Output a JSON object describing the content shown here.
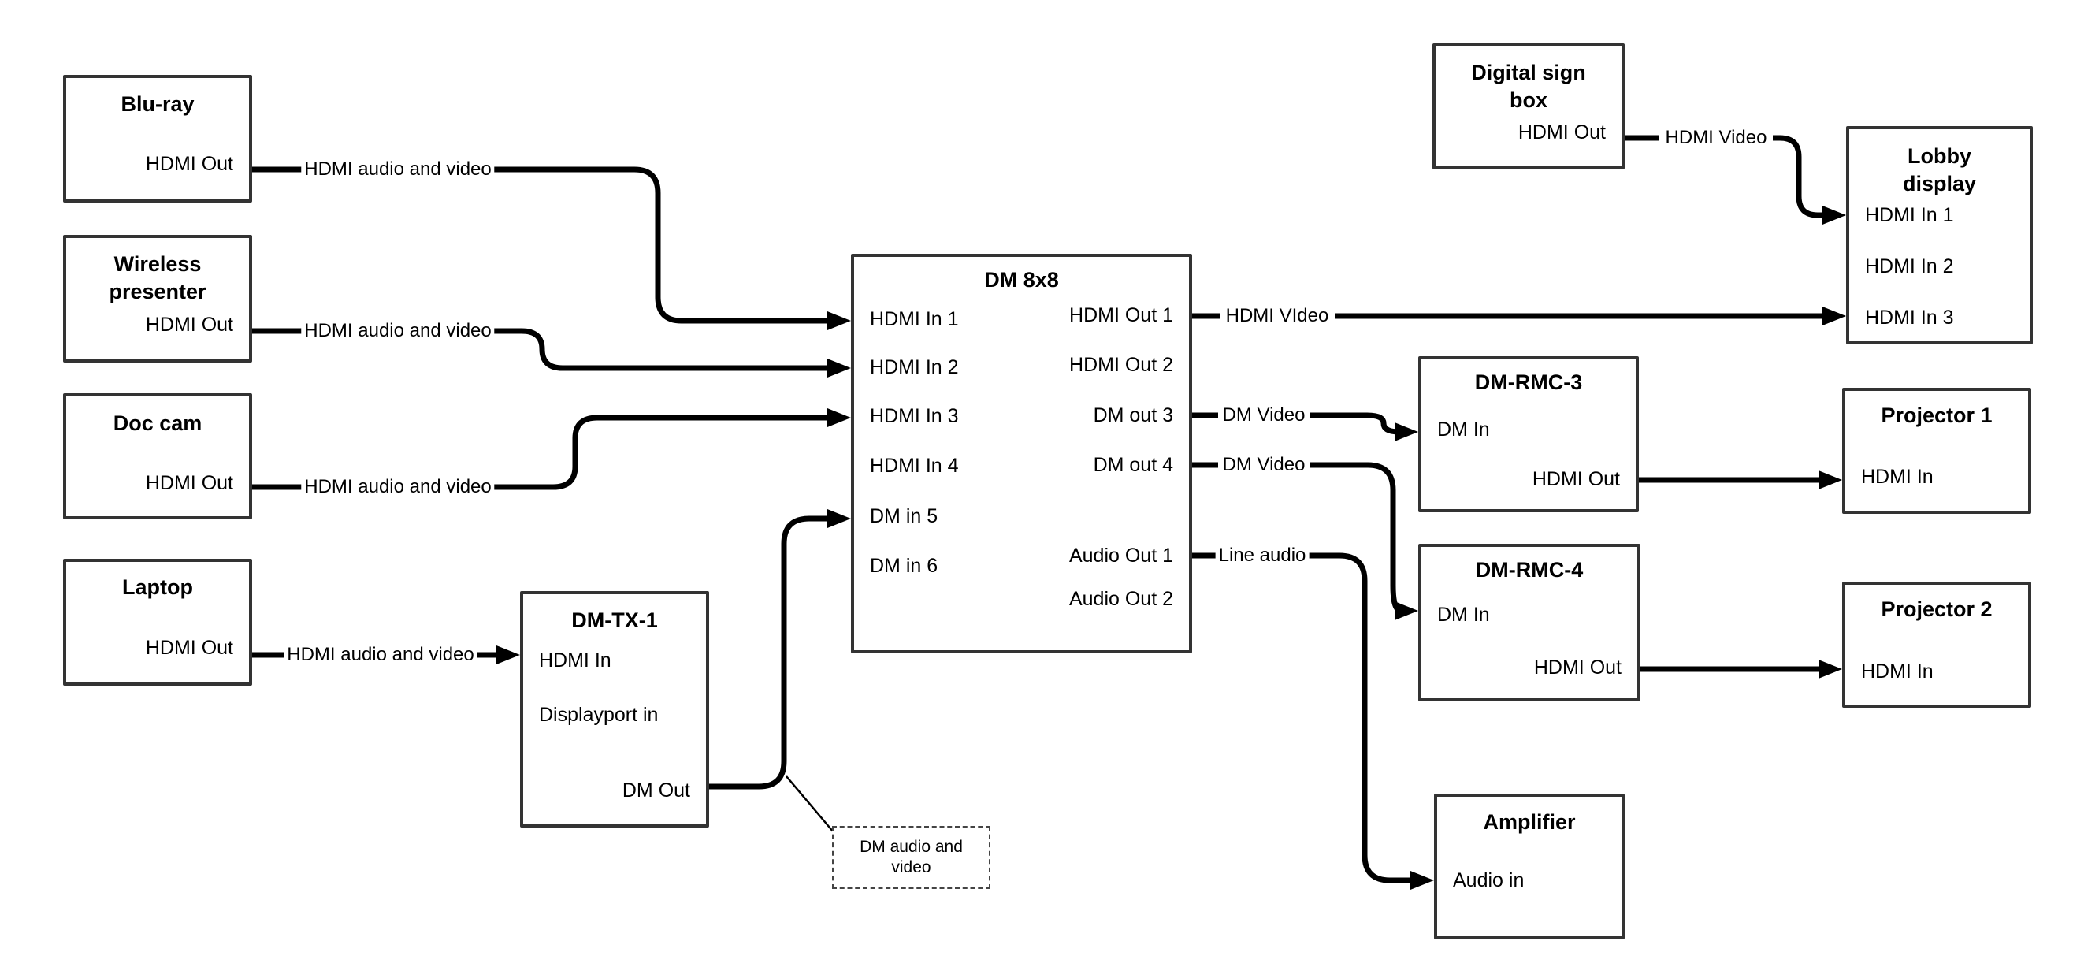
{
  "boxes": {
    "blu_ray": {
      "title": "Blu-ray",
      "hdmi_out": "HDMI Out"
    },
    "wireless": {
      "title_line1": "Wireless",
      "title_line2": "presenter",
      "hdmi_out": "HDMI Out"
    },
    "doc_cam": {
      "title": "Doc cam",
      "hdmi_out": "HDMI Out"
    },
    "laptop": {
      "title": "Laptop",
      "hdmi_out": "HDMI Out"
    },
    "dm_tx_1": {
      "title": "DM-TX-1",
      "hdmi_in": "HDMI In",
      "displayport_in": "Displayport in",
      "dm_out": "DM Out"
    },
    "dm_8x8": {
      "title": "DM 8x8",
      "inputs": [
        "HDMI In 1",
        "HDMI In 2",
        "HDMI In 3",
        "HDMI In 4",
        "DM in 5",
        "DM in 6"
      ],
      "outputs": [
        "HDMI Out 1",
        "HDMI Out 2",
        "DM out 3",
        "DM out 4",
        "Audio Out 1",
        "Audio Out 2"
      ]
    },
    "digital_sign": {
      "title_line1": "Digital sign",
      "title_line2": "box",
      "hdmi_out": "HDMI Out"
    },
    "lobby_display": {
      "title_line1": "Lobby",
      "title_line2": "display",
      "inputs": [
        "HDMI In 1",
        "HDMI In 2",
        "HDMI In 3"
      ]
    },
    "dm_rmc_3": {
      "title": "DM-RMC-3",
      "dm_in": "DM In",
      "hdmi_out": "HDMI Out"
    },
    "projector_1": {
      "title": "Projector 1",
      "hdmi_in": "HDMI In"
    },
    "dm_rmc_4": {
      "title": "DM-RMC-4",
      "dm_in": "DM In",
      "hdmi_out": "HDMI Out"
    },
    "projector_2": {
      "title": "Projector 2",
      "hdmi_in": "HDMI In"
    },
    "amplifier": {
      "title": "Amplifier",
      "audio_in": "Audio in"
    },
    "note": {
      "line1": "DM audio and",
      "line2": "video"
    }
  },
  "connections": {
    "hdmi_av": "HDMI audio and video",
    "hdmi_video": "HDMI Video",
    "hdmi_video_typo": "HDMI VIdeo",
    "dm_video": "DM Video",
    "line_audio": "Line audio"
  }
}
